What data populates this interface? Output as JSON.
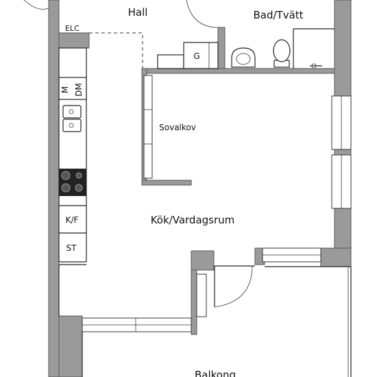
{
  "rooms": {
    "hall": "Hall",
    "bath": "Bad/Tvätt",
    "sleeping_alcove": "Sovalkov",
    "kitchen_living": "Kök/Vardagsrum",
    "balcony": "Balkong"
  },
  "fixtures": {
    "electrical_cabinet": "ELC",
    "wardrobe": "G",
    "microwave": "M",
    "dishwasher": "DM",
    "fridge_freezer": "K/F",
    "storage": "ST"
  }
}
